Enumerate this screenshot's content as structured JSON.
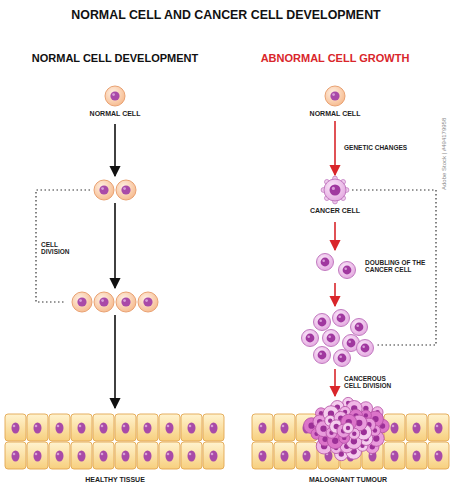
{
  "diagram": {
    "title": "NORMAL CELL AND CANCER CELL DEVELOPMENT",
    "nodes": [
      {
        "text": [
          "NORMAL CELL"
        ]
      },
      {
        "text": [
          "HEALTHY TISSUE"
        ]
      },
      {
        "text": [
          "NORMAL CELL"
        ]
      },
      {
        "text": [
          "CANCER CELL"
        ]
      },
      {
        "text": [
          "MALOGNANT TUMOUR"
        ]
      }
    ],
    "edges": [
      {
        "from": 2,
        "to": 3,
        "label": "GENETIC CHANGES",
        "arrow": "to"
      }
    ],
    "labels": [
      "NORMAL CELL DEVELOPMENT",
      "ABNORMAL CELL GROWTH",
      "CELL DIVISION",
      "DOUBLING OF THE CANCER CELL",
      "CANCEROUS CELL DIVISION",
      "Adobe Stock | #494179958"
    ]
  }
}
